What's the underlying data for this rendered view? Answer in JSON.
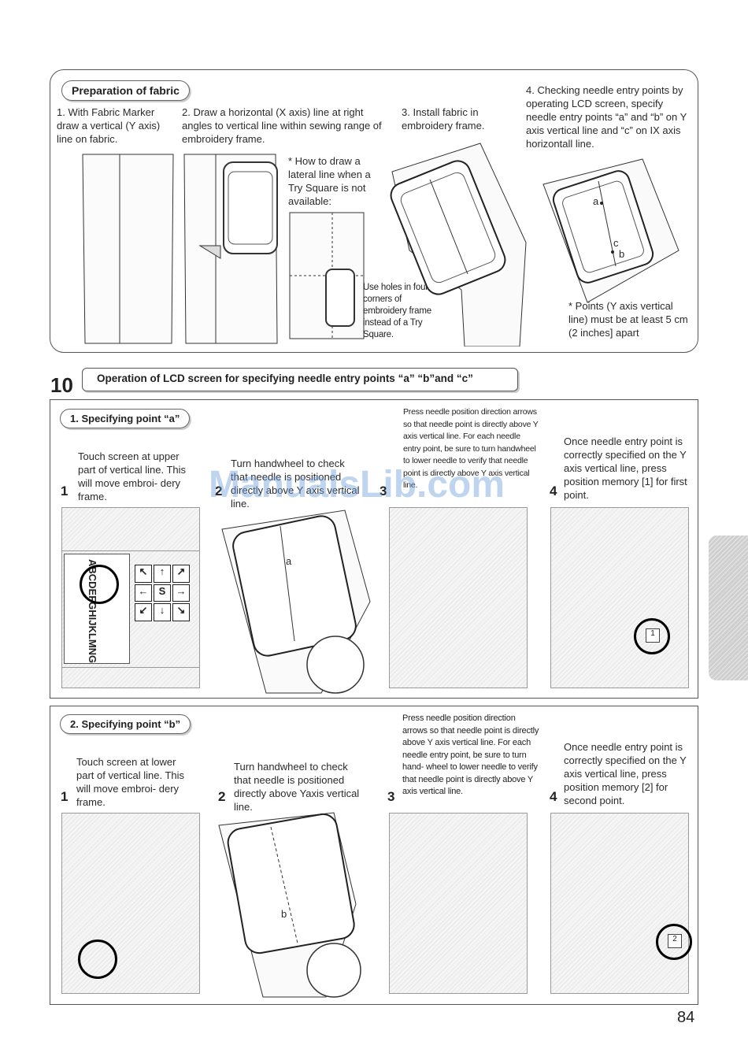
{
  "prep": {
    "title": "Preparation of fabric",
    "step1": "1. With Fabric Marker draw a vertical (Y axis) line on fabric.",
    "step2": "2. Draw a horizontal (X axis)  line at right angles to vertical line within sewing range of embroidery frame.",
    "step3": "3. Install fabric in embroidery frame.",
    "step4": "4. Checking needle entry points by operating LCD screen, specify needle entry points “a” and “b” on Y axis vertical line and “c” on IX axis horizontall line.",
    "trysquare_note": "* How to draw a lateral line when a Try Square is not available:",
    "holes_note": "Use holes in four corners of embroidery frame instead of a Try Square.",
    "points_note": "* Points (Y axis vertical line) must be at least  5 cm (2 inches] apart",
    "label_a": "a",
    "label_b": "b",
    "label_c": "c"
  },
  "section10": {
    "number": "10",
    "title": "Operation of LCD screen for specifying needle entry points “a” “b”and “c”"
  },
  "point_a": {
    "title": "1. Specifying point “a”",
    "steps": [
      {
        "num": "1",
        "text": "Touch screen at upper part of vertical line. This will move embroi- dery frame."
      },
      {
        "num": "2",
        "text": "Turn handwheel to check that needle is positioned directly above Y axis vertical line."
      },
      {
        "num": "3",
        "text": "Press needle position direction arrows so that needle point is directly above Y axis vertical line. For each needle entry point, be sure to turn handwheel to lower needle to verify that needle point is directly above Y axis vertical line."
      },
      {
        "num": "4",
        "text": "Once needle entry point is correctly specified on the Y axis vertical line, press position memory [1] for first point."
      }
    ],
    "needle_label": "a",
    "memory_key": "1"
  },
  "point_b": {
    "title": "2. Specifying point “b”",
    "steps": [
      {
        "num": "1",
        "text": "Touch screen at lower part of vertical line. This will move embroi- dery frame."
      },
      {
        "num": "2",
        "text": "Turn handwheel to check that needle is positioned directly above Yaxis vertical line."
      },
      {
        "num": "3",
        "text": "Press needle position direction arrows so that needle point is directly above Y axis vertical line. For each needle entry point, be sure to turn hand- wheel to lower needle to verify that needle point is directly above Y axis vertical line."
      },
      {
        "num": "4",
        "text": "Once needle entry point is correctly specified on the Y axis vertical line, press position memory [2] for second point."
      }
    ],
    "needle_label": "b",
    "memory_key": "2"
  },
  "lcd": {
    "alphabet": "ABCDEFGHIJKLMNG",
    "arrows": [
      "↖",
      "↑",
      "↗",
      "←",
      "S",
      "→",
      "↙",
      "↓",
      "↘"
    ]
  },
  "watermark": "ManualsLib.com",
  "page_number": "84"
}
